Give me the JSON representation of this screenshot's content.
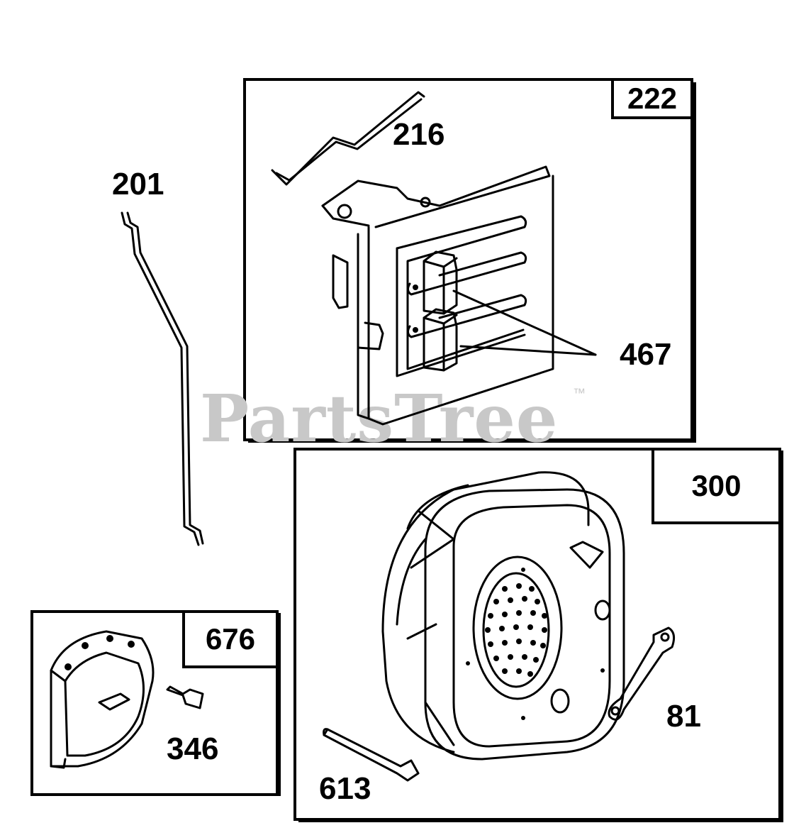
{
  "watermark": {
    "text": "PartsTree",
    "trademark": "™"
  },
  "boxes": {
    "box_222": {
      "tag": "222"
    },
    "box_300": {
      "tag": "300"
    },
    "box_676": {
      "tag": "676"
    }
  },
  "callouts": {
    "part_201": "201",
    "part_216": "216",
    "part_467": "467",
    "part_613": "613",
    "part_81": "81",
    "part_346": "346"
  }
}
